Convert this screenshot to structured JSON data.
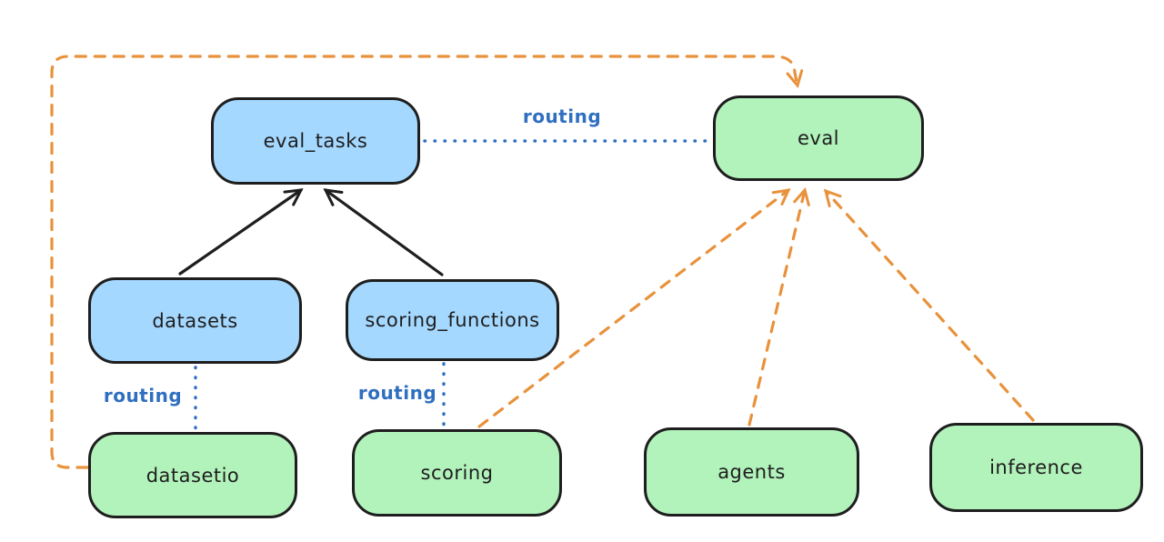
{
  "diagram_type": "architecture-graph",
  "nodes": {
    "eval_tasks": {
      "label": "eval_tasks",
      "fill": "blue"
    },
    "eval": {
      "label": "eval",
      "fill": "green"
    },
    "datasets": {
      "label": "datasets",
      "fill": "blue"
    },
    "scoring_functions": {
      "label": "scoring_functions",
      "fill": "blue"
    },
    "datasetio": {
      "label": "datasetio",
      "fill": "green"
    },
    "scoring": {
      "label": "scoring",
      "fill": "green"
    },
    "agents": {
      "label": "agents",
      "fill": "green"
    },
    "inference": {
      "label": "inference",
      "fill": "green"
    }
  },
  "edges": [
    {
      "from": "datasets",
      "to": "eval_tasks",
      "style": "solid-black-arrow",
      "label": ""
    },
    {
      "from": "scoring_functions",
      "to": "eval_tasks",
      "style": "solid-black-arrow",
      "label": ""
    },
    {
      "from": "eval_tasks",
      "to": "eval",
      "style": "dotted-blue",
      "label": "routing"
    },
    {
      "from": "datasets",
      "to": "datasetio",
      "style": "dotted-blue",
      "label": "routing"
    },
    {
      "from": "scoring_functions",
      "to": "scoring",
      "style": "dotted-blue",
      "label": "routing"
    },
    {
      "from": "scoring",
      "to": "eval",
      "style": "dashed-orange-arrow",
      "label": ""
    },
    {
      "from": "agents",
      "to": "eval",
      "style": "dashed-orange-arrow",
      "label": ""
    },
    {
      "from": "inference",
      "to": "eval",
      "style": "dashed-orange-arrow",
      "label": ""
    },
    {
      "from": "datasetio",
      "to": "eval",
      "style": "dashed-orange-arrow",
      "label": ""
    }
  ],
  "colors": {
    "ink": "#1e1e1e",
    "node-blue": "#a5d8ff",
    "node-green": "#b2f2bb",
    "routing-blue": "#2f6fc0",
    "orange": "#e8923c",
    "bg": "#ffffff"
  }
}
